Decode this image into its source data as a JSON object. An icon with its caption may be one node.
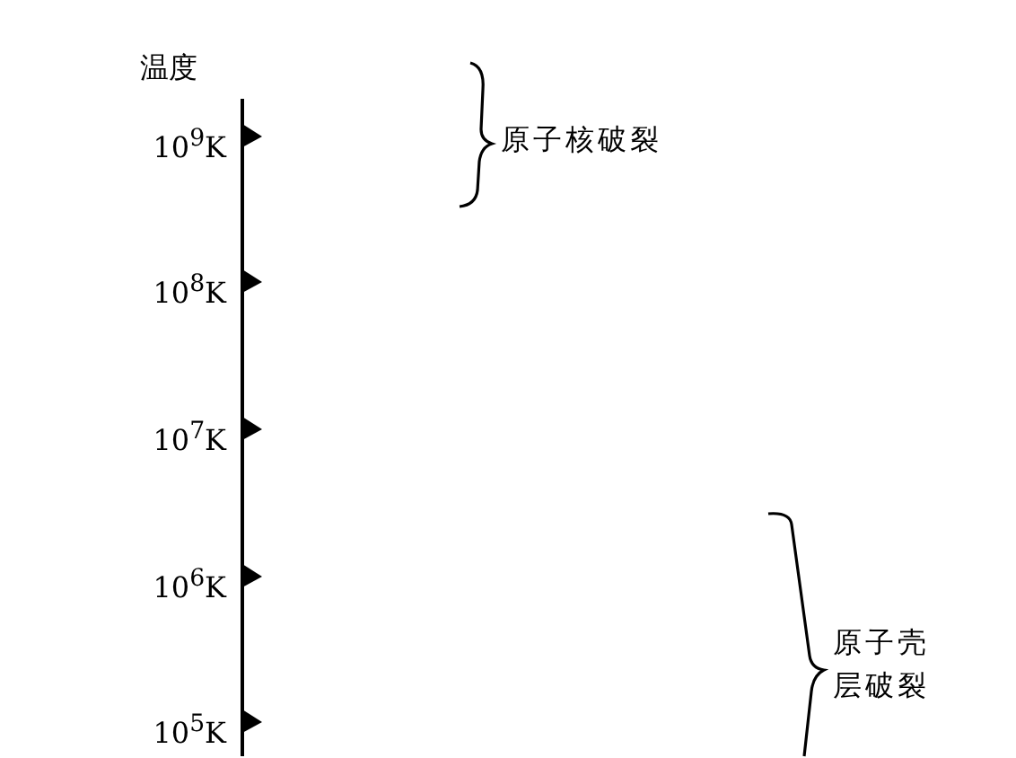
{
  "diagram": {
    "labels": [
      "温度",
      "10$^{9}$K",
      "10$^{8}$K",
      "10$^{7}$K",
      "10$^{6}$K",
      "10$^{5}$K",
      "原子核破裂",
      "原子壳层破裂"
    ]
  }
}
